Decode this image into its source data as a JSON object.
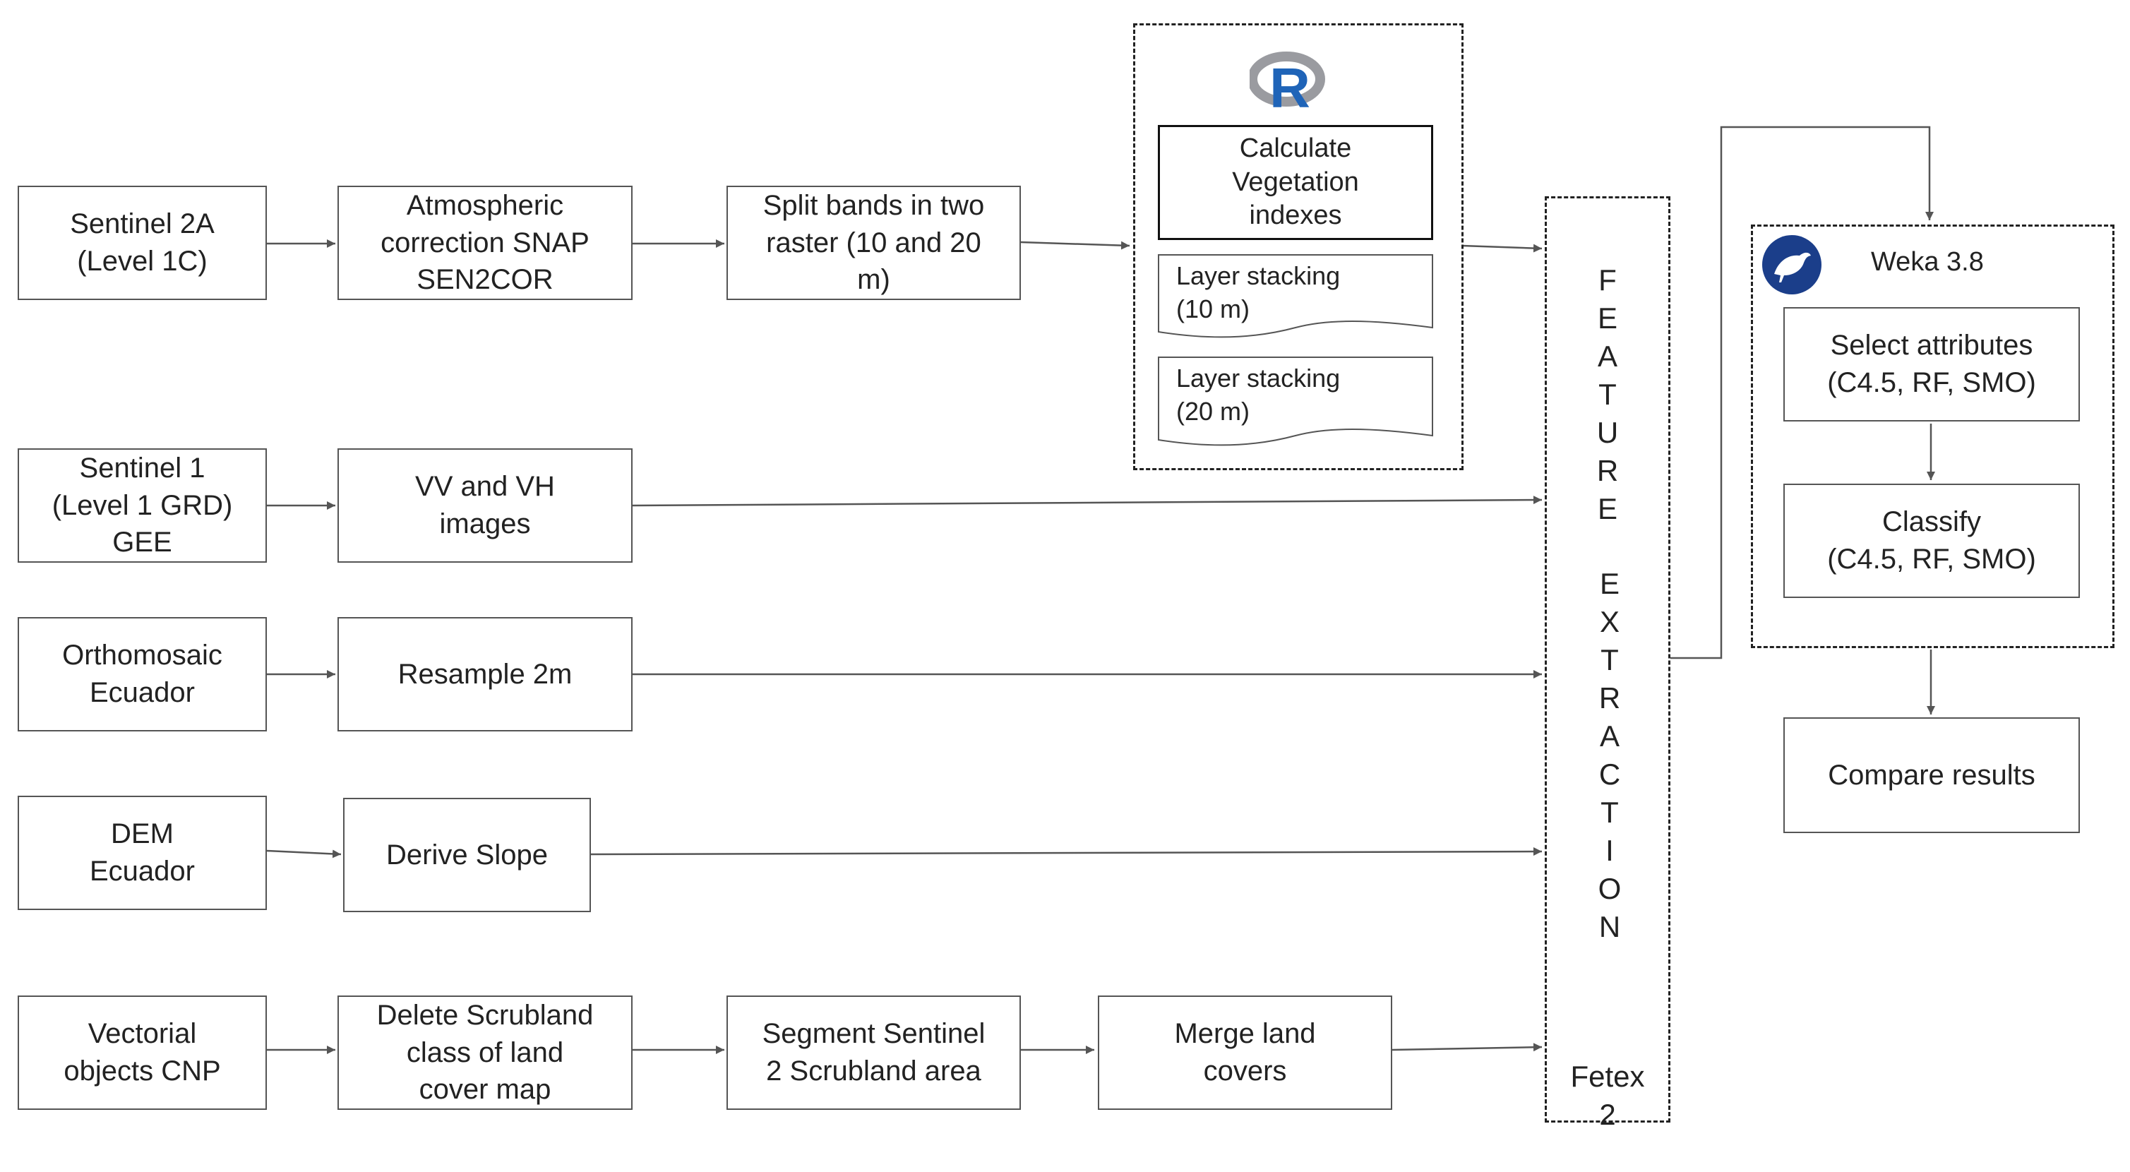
{
  "rows": {
    "sentinel2": [
      "Sentinel 2A",
      "(Level 1C)"
    ],
    "atmospheric": [
      "Atmospheric",
      "correction SNAP",
      "SEN2COR"
    ],
    "split_bands": [
      "Split bands in two",
      "raster (10 and 20",
      "m)"
    ],
    "sentinel1": [
      "Sentinel 1",
      "(Level 1 GRD)",
      "GEE"
    ],
    "vv_vh": [
      "VV and VH",
      "images"
    ],
    "orthomosaic": [
      "Orthomosaic",
      "Ecuador"
    ],
    "resample": [
      "Resample 2m"
    ],
    "dem": [
      "DEM",
      "Ecuador"
    ],
    "slope": [
      "Derive Slope"
    ],
    "vectorial": [
      "Vectorial",
      "objects CNP"
    ],
    "delete_scrub": [
      "Delete Scrubland",
      "class of land",
      "cover map"
    ],
    "segment": [
      "Segment Sentinel",
      "2 Scrubland area"
    ],
    "merge": [
      "Merge land",
      "covers"
    ]
  },
  "r_group": {
    "logo_letter": "R",
    "logo_colors": {
      "ring": "#9a9ba0",
      "letter": "#1f64b8"
    },
    "calc": [
      "Calculate",
      "Vegetation",
      "indexes"
    ],
    "stack10": [
      "Layer stacking",
      "(10 m)"
    ],
    "stack20": [
      "Layer stacking",
      "(20 m)"
    ]
  },
  "feature": {
    "word1": "FEATURE",
    "word2": "EXTRACTION",
    "tool": [
      "Fetex",
      "2"
    ]
  },
  "weka": {
    "label": "Weka 3.8",
    "logo_color": "#1b3e8a",
    "select": [
      "Select attributes",
      "(C4.5, RF, SMO)"
    ],
    "classify": [
      "Classify",
      "(C4.5, RF, SMO)"
    ]
  },
  "compare": [
    "Compare results"
  ],
  "colors": {
    "line": "#555555",
    "border": "#555555"
  }
}
